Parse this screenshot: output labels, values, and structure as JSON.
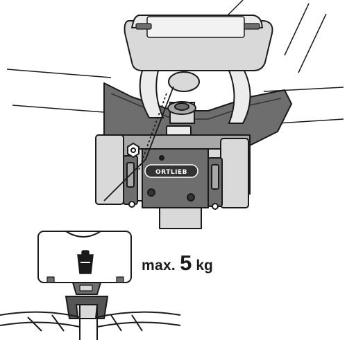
{
  "illustration": {
    "subject": "handlebar-mount-with-device",
    "brand_logo": "ORTLIEB"
  },
  "weight_limit": {
    "prefix": "max.",
    "value": "5",
    "unit": "kg"
  },
  "colors": {
    "outline": "#1a1a1a",
    "light_gray": "#d9d9d9",
    "mid_gray": "#a8a8a8",
    "dark_gray": "#6e6e6e",
    "darker_gray": "#555555"
  }
}
